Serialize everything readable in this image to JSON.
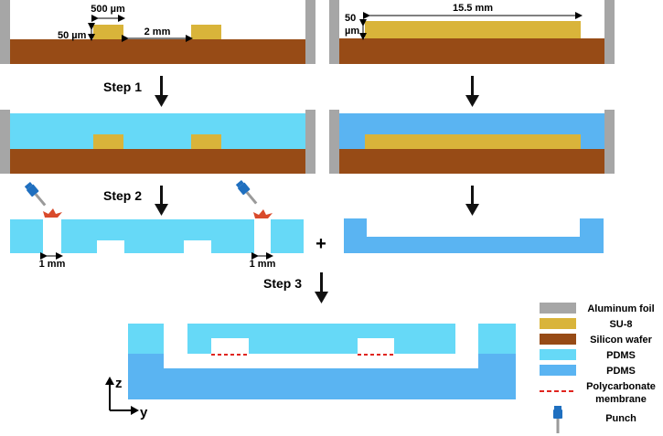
{
  "colors": {
    "aluminum_foil": "#a6a6a6",
    "su8": "#d9b43a",
    "silicon_wafer": "#974b16",
    "pdms_light": "#66d9f7",
    "pdms_dark": "#5ab4f2",
    "membrane": "#e0251f",
    "punch_body": "#1f6fbf",
    "punch_needle": "#9a9a9a",
    "punch_mark": "#d94a2b",
    "arrow": "#111111"
  },
  "dimensions": {
    "feature_width": "500 µm",
    "feature_height_left": "50 µm",
    "feature_gap": "2 mm",
    "slab_length": "15.5 mm",
    "feature_height_right_line1": "50",
    "feature_height_right_line2": "µm",
    "hole_offset_left": "1 mm",
    "hole_offset_right": "1 mm"
  },
  "steps": {
    "step1": "Step 1",
    "step2": "Step 2",
    "step3": "Step 3",
    "plus": "+"
  },
  "axes": {
    "z": "z",
    "y": "y"
  },
  "legend": {
    "aluminum_foil": "Aluminum foil",
    "su8": "SU-8",
    "silicon_wafer": "Silicon wafer",
    "pdms_light": "PDMS",
    "pdms_dark": "PDMS",
    "membrane_line1": "Polycarbonate",
    "membrane_line2": "membrane",
    "punch": "Punch"
  }
}
